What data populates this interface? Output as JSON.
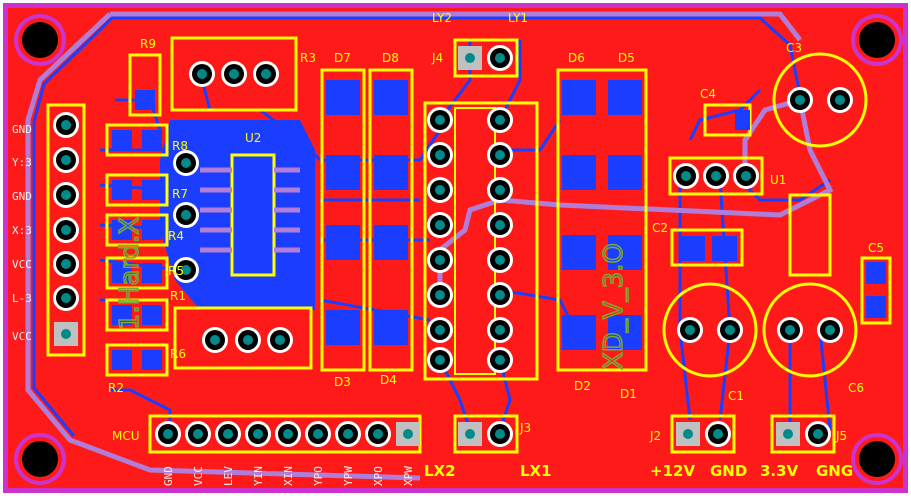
{
  "labels": {
    "refs": {
      "R9": "R9",
      "R3": "R3",
      "R8": "R8",
      "R7": "R7",
      "R4": "R4",
      "R5": "R5",
      "R1": "R1",
      "R2": "R2",
      "R6": "R6",
      "U2": "U2",
      "U1": "U1",
      "D7": "D7",
      "D8": "D8",
      "D6": "D6",
      "D5": "D5",
      "D3": "D3",
      "D4": "D4",
      "D2": "D2",
      "D1": "D1",
      "J4": "J4",
      "J3": "J3",
      "J2": "J2",
      "J5": "J5",
      "C4": "C4",
      "C2": "C2",
      "C3": "C3",
      "C5": "C5",
      "C1": "C1",
      "C6": "C6",
      "LY2": "LY2",
      "LY1": "LY1",
      "MCU": "MCU"
    },
    "bottom_labels": {
      "lx2": "LX2",
      "lx1": "LX1",
      "v12": "+12V",
      "gnd1": "GND",
      "v33": "3.3V",
      "gnd2": "GNG"
    },
    "left_pins": [
      "GND",
      "Y:3",
      "GND",
      "X:3",
      "VCC",
      "L-3",
      "VCC"
    ],
    "bottom_pins": [
      "GND",
      "VCC",
      "LEV",
      "YIN",
      "XIN",
      "YPO",
      "YPW",
      "XPO",
      "XPW"
    ],
    "green_text": {
      "left": "1.Hard.X",
      "right": "XD_V_3.O"
    }
  },
  "colors": {
    "board": "#ff1a1a",
    "outline": "#cc33cc",
    "silk": "#ffff00",
    "bottom_copper": "#1a3dff",
    "top_trace": "#b07dd8",
    "via": "#008a8a",
    "bg": "#ffffff"
  }
}
